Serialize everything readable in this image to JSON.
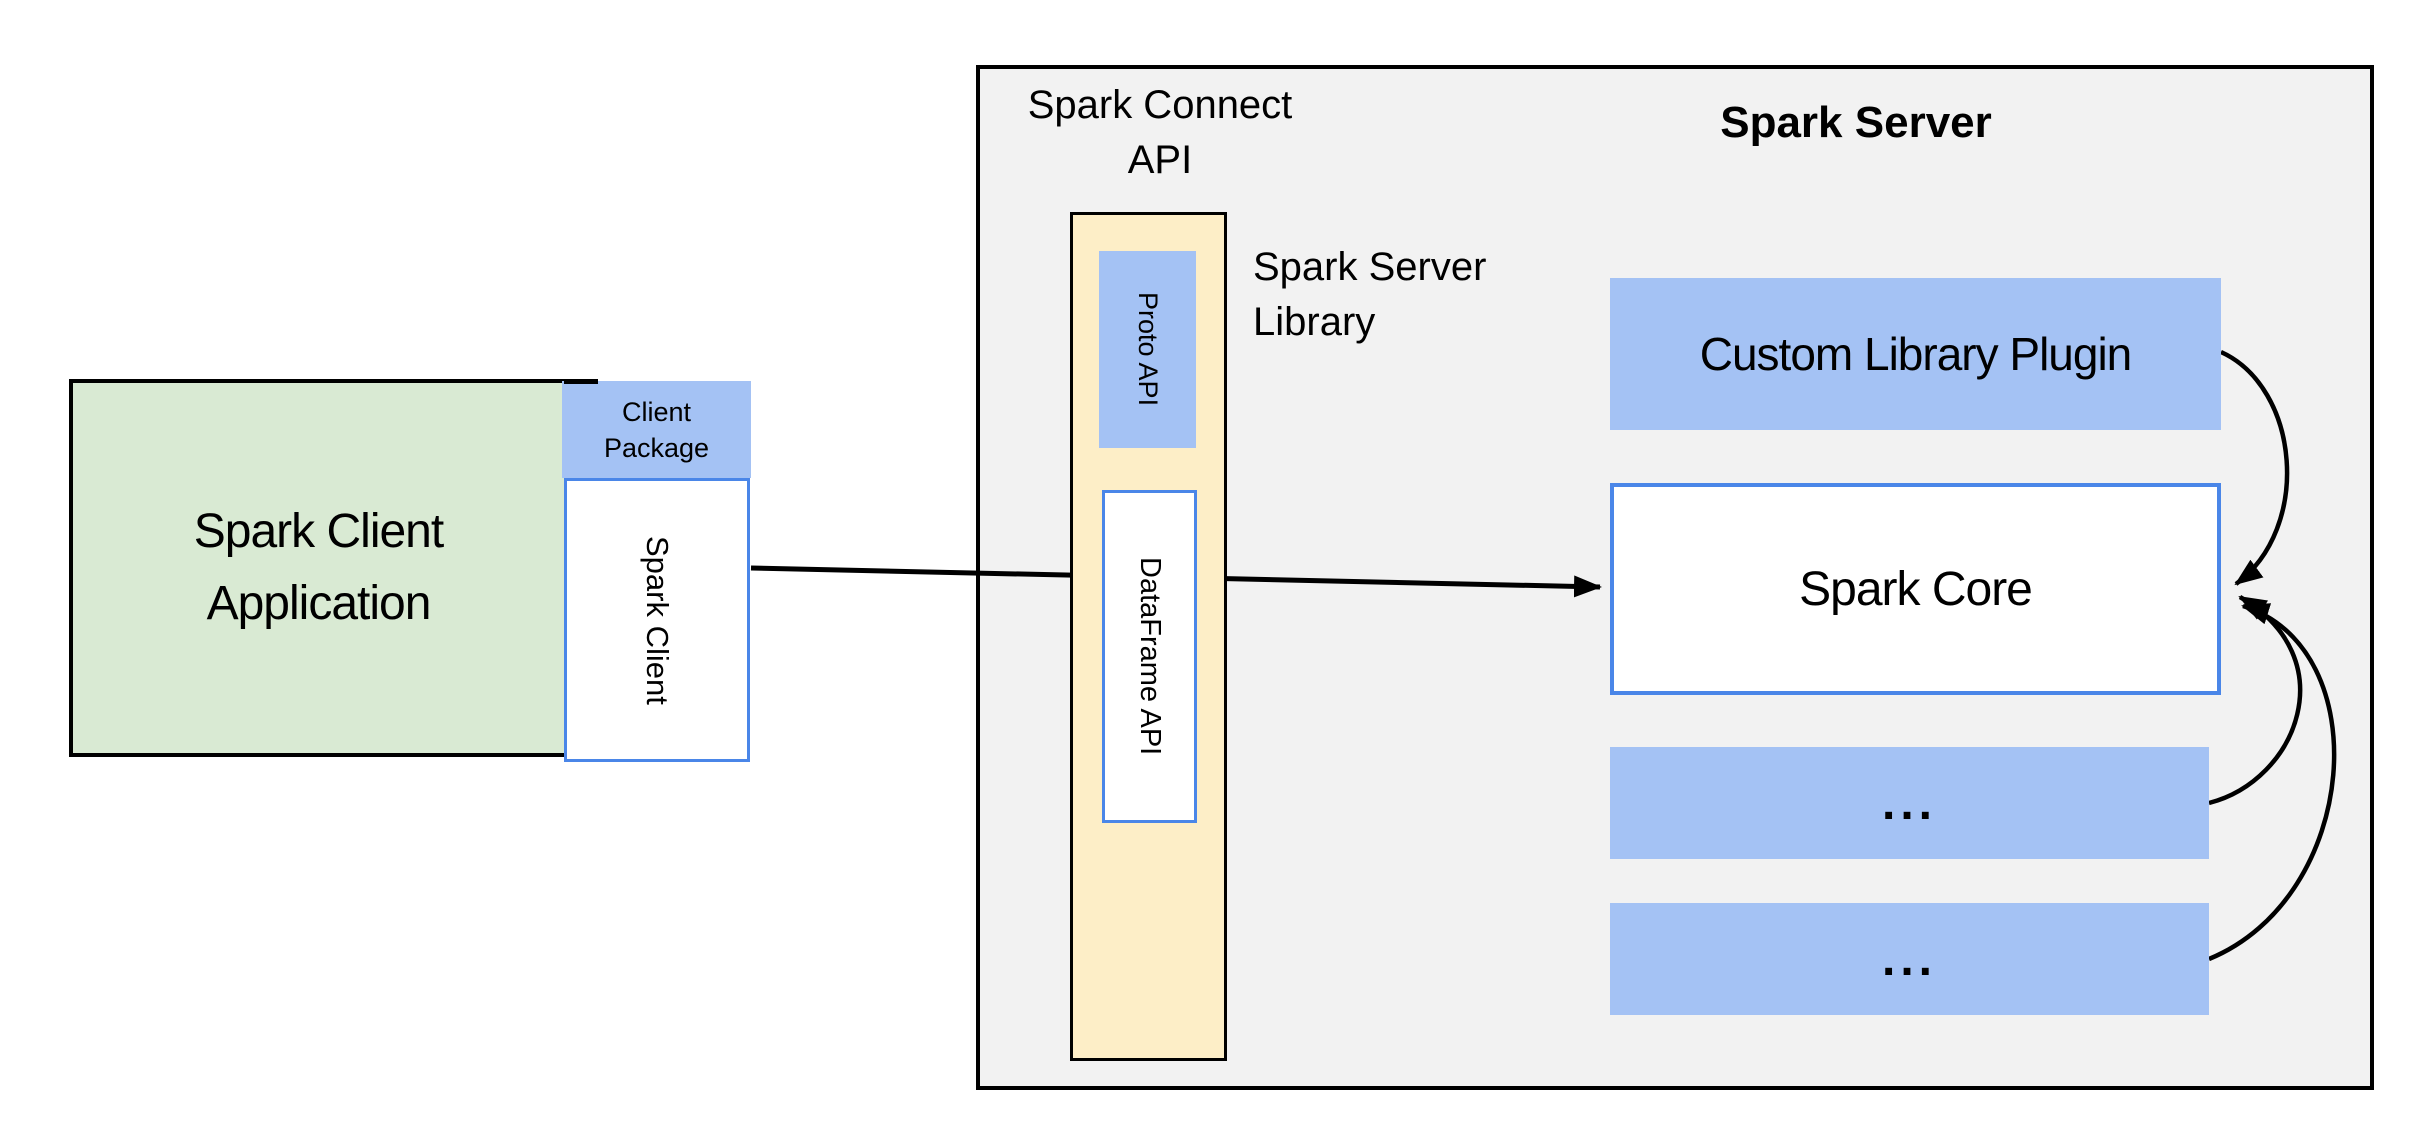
{
  "title": "Spark Connect architecture diagram",
  "colors": {
    "green_fill": "#d9ead3",
    "blue_fill": "#a4c2f4",
    "blue_border": "#4a86e8",
    "yellow_fill": "#fdeec7",
    "gray_fill": "#f2f2f2",
    "line_black": "#000000"
  },
  "client_side": {
    "application_label": "Spark Client\nApplication",
    "client_package_label": "Client\nPackage",
    "spark_client_label": "Spark Client"
  },
  "connect_api": {
    "heading": "Spark Connect\nAPI",
    "proto_api_label": "Proto API",
    "dataframe_api_label": "DataFrame API",
    "library_caption": "Spark Server\nLibrary"
  },
  "server": {
    "heading": "Spark Server",
    "custom_library_plugin_label": "Custom Library Plugin",
    "spark_core_label": "Spark Core",
    "plugin_placeholder_1": "...",
    "plugin_placeholder_2": "..."
  }
}
